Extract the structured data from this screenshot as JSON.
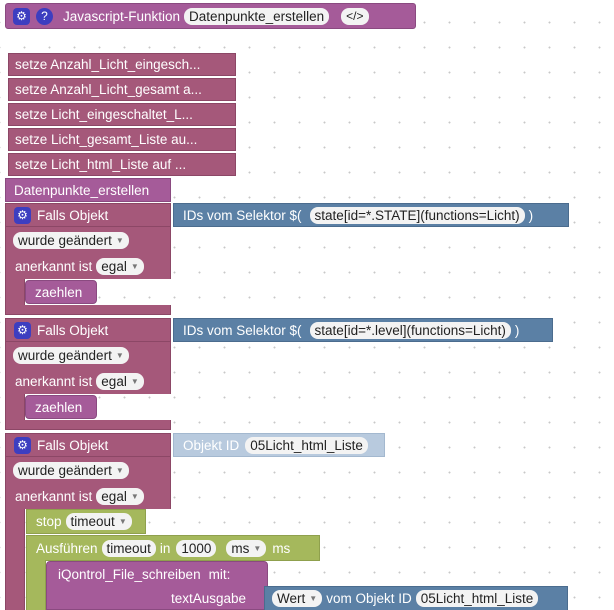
{
  "function_block": {
    "label": "Javascript-Funktion",
    "name": "Datenpunkte_erstellen",
    "code_button": "</>"
  },
  "setze": [
    "setze Anzahl_Licht_eingesch...",
    "setze Anzahl_Licht_gesamt a...",
    "setze Licht_eingeschaltet_L...",
    "setze Licht_gesamt_Liste au...",
    "setze Licht_html_Liste auf ..."
  ],
  "call_block": "Datenpunkte_erstellen",
  "trigger1": {
    "title": "Falls Objekt",
    "selector_label": "IDs vom Selektor $(",
    "selector_value": "state[id=*.STATE](functions=Licht)",
    "selector_close": ")",
    "changed": "wurde geändert",
    "ack_label": "anerkannt ist",
    "ack_value": "egal",
    "call": "zaehlen"
  },
  "trigger2": {
    "title": "Falls Objekt",
    "selector_label": "IDs vom Selektor $(",
    "selector_value": "state[id=*.level](functions=Licht)",
    "selector_close": ")",
    "changed": "wurde geändert",
    "ack_label": "anerkannt ist",
    "ack_value": "egal",
    "call": "zaehlen"
  },
  "trigger3": {
    "title": "Falls Objekt",
    "object_label": "Objekt ID",
    "object_value": "05Licht_html_Liste",
    "changed": "wurde geändert",
    "ack_label": "anerkannt ist",
    "ack_value": "egal",
    "stop_label": "stop",
    "stop_value": "timeout",
    "exec_label": "Ausführen",
    "exec_timeout": "timeout",
    "exec_in": "in",
    "exec_delay": "1000",
    "exec_unit_select": "ms",
    "exec_unit": "ms",
    "iq_label": "iQontrol_File_schreiben",
    "iq_mit": "mit:",
    "text_label": "textAusgabe",
    "wert_value": "Wert",
    "vom_label": "vom Objekt ID",
    "vom_value": "05Licht_html_Liste"
  },
  "colors": {
    "function": "#a55b99",
    "trigger": "#a5587a",
    "selector": "#5b80a5",
    "object": "#b8cade",
    "timeout": "#a5b85c",
    "icon": "#3d3ec0"
  }
}
